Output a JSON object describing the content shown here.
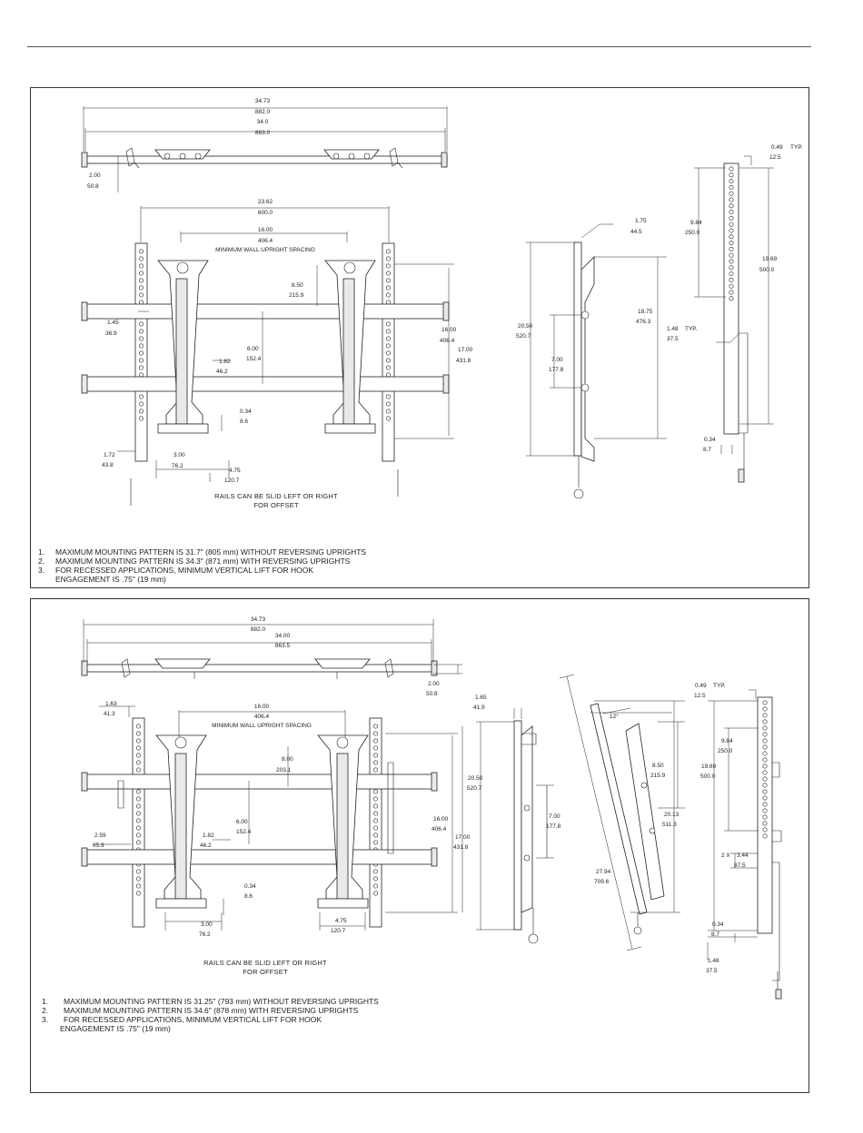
{
  "panel1": {
    "dims": {
      "overall_w_in": "34.73",
      "overall_w_mm": "882.0",
      "rail_w_in": "34.0",
      "rail_w_mm": "863.0",
      "rail_h_in": "2.00",
      "rail_h_mm": "50.8",
      "upright_w_in": "23.62",
      "upright_w_mm": "600.0",
      "min_spacing_in": "16.00",
      "min_spacing_mm": "406.4",
      "min_spacing_label": "MINIMUM WALL UPRIGHT SPACING",
      "rail_offset_in": "1.45",
      "rail_offset_mm": "36.9",
      "top_to_rail_in": "8.50",
      "top_to_rail_mm": "215.9",
      "circle_in": "6.00",
      "circle_mm": "152.4",
      "hole_in": "1.82",
      "hole_mm": "46.2",
      "rail_span_in": "16.00",
      "rail_span_mm": "406.4",
      "upright_h_in": "17.00",
      "upright_h_mm": "431.8",
      "gap_in": "0.34",
      "gap_mm": "8.6",
      "left_offset_in": "1.72",
      "left_offset_mm": "43.8",
      "slot_in": "3.00",
      "slot_mm": "76.2",
      "slot2_in": "4.75",
      "slot2_mm": "120.7",
      "depth_in": "1.75",
      "depth_mm": "44.5",
      "side_h_in": "20.50",
      "side_h_mm": "520.7",
      "side_span_in": "18.75",
      "side_span_mm": "476.3",
      "side_lift_in": "7.00",
      "side_lift_mm": "177.8",
      "typ1_in": "0.49",
      "typ1_mm": "12.5",
      "typ_label": "TYP.",
      "pitch_in": "9.84",
      "pitch_mm": "250.0",
      "rear_span_in": "19.69",
      "rear_span_mm": "500.0",
      "typ2_in": "1.48",
      "typ2_mm": "37.5",
      "rear_depth_in": "0.34",
      "rear_depth_mm": "8.7"
    },
    "caption_line1": "RAILS CAN BE SLID LEFT OR RIGHT",
    "caption_line2": "FOR OFFSET",
    "notes": [
      {
        "num": "1.",
        "text": "MAXIMUM MOUNTING PATTERN IS 31.7\" (805 mm) WITHOUT REVERSING UPRIGHTS"
      },
      {
        "num": "2.",
        "text": "MAXIMUM MOUNTING PATTERN IS 34.3\" (871 mm) WITH REVERSING UPRIGHTS"
      },
      {
        "num": "3.",
        "text": "FOR RECESSED APPLICATIONS, MINIMUM VERTICAL LIFT FOR HOOK"
      }
    ],
    "note_cont": "ENGAGEMENT IS .75\" (19 mm)"
  },
  "panel2": {
    "dims": {
      "overall_w_in": "34.73",
      "overall_w_mm": "882.0",
      "rail_w_in": "34.00",
      "rail_w_mm": "863.5",
      "rail_h_in": "2.00",
      "rail_h_mm": "50.8",
      "edge_in": "1.63",
      "edge_mm": "41.3",
      "min_spacing_in": "16.00",
      "min_spacing_mm": "406.4",
      "min_spacing_label": "MINIMUM WALL UPRIGHT SPACING",
      "top_to_rail_in": "8.00",
      "top_to_rail_mm": "203.1",
      "circle_in": "6.00",
      "circle_mm": "152.4",
      "left_offset_in": "2.59",
      "left_offset_mm": "65.9",
      "hole_in": "1.82",
      "hole_mm": "46.2",
      "rail_span_in": "16.00",
      "rail_span_mm": "406.4",
      "upright_h_in": "17.00",
      "upright_h_mm": "431.8",
      "gap_in": "0.34",
      "gap_mm": "8.6",
      "slot_in": "3.00",
      "slot_mm": "76.2",
      "slot2_in": "4.75",
      "slot2_mm": "120.7",
      "depth_in": "1.65",
      "depth_mm": "41.9",
      "side_h_in": "20.50",
      "side_h_mm": "520.7",
      "side_lift_in": "7.00",
      "side_lift_mm": "177.8",
      "tilt_angle": "12°",
      "tilt_top_in": "8.50",
      "tilt_top_mm": "215.9",
      "tilt_h_in": "20.13",
      "tilt_h_mm": "511.3",
      "tilt_diag_in": "27.94",
      "tilt_diag_mm": "709.6",
      "typ1_in": "0.49",
      "typ1_mm": "12.5",
      "typ_label": "TYP.",
      "pitch_in": "9.84",
      "pitch_mm": "250.0",
      "rear_span_in": "19.69",
      "rear_span_mm": "500.0",
      "count_label": "2 X",
      "count_in": "3.44",
      "count_mm": "87.5",
      "rear_depth_in": "0.34",
      "rear_depth_mm": "8.7",
      "typ2_in": "1.48",
      "typ2_mm": "37.5"
    },
    "caption_line1": "RAILS CAN BE SLID LEFT OR RIGHT",
    "caption_line2": "FOR OFFSET",
    "notes": [
      {
        "num": "1.",
        "text": "MAXIMUM MOUNTING PATTERN IS 31.25\" (793 mm) WITHOUT REVERSING UPRIGHTS"
      },
      {
        "num": "2.",
        "text": "MAXIMUM MOUNTING PATTERN IS 34.6\" (878 mm) WITH REVERSING UPRIGHTS"
      },
      {
        "num": "3.",
        "text": "FOR RECESSED APPLICATIONS, MINIMUM VERTICAL LIFT FOR HOOK"
      }
    ],
    "note_cont": "ENGAGEMENT IS .75\" (19 mm)"
  }
}
